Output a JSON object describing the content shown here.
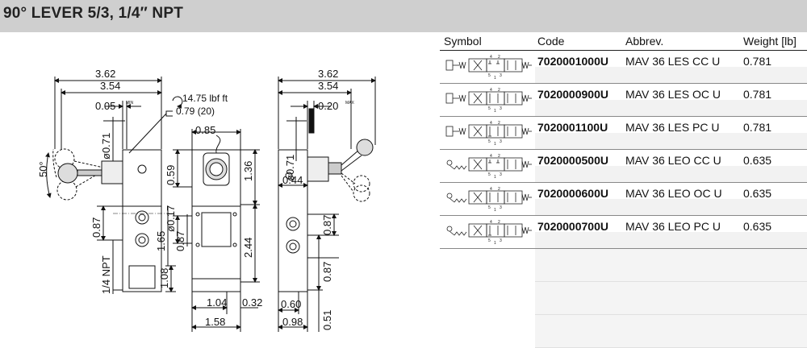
{
  "header": {
    "title": "90° LEVER 5/3, 1/4″ NPT"
  },
  "drawing": {
    "front": {
      "w_overall": "3.62",
      "w_body": "3.54",
      "min_gap": "0.05",
      "min_label": "MIN",
      "dia": "ø0.71",
      "angle": "50°",
      "port_a": "0.87",
      "port_npt": "1/4 NPT",
      "bottom": "1.08"
    },
    "torque": {
      "value": "14.75 lbf ft",
      "wrench": "0.79 (20)"
    },
    "middle": {
      "top_w": "0.85",
      "h1": "0.59",
      "dia_small": "ø0.17",
      "h2": "1.65",
      "h3": "0.87",
      "side_h": "1.36",
      "side_h2": "2.44",
      "bot1": "1.04",
      "bot2": "0.32",
      "bot_total": "1.58"
    },
    "side": {
      "w_overall": "3.62",
      "w_body": "3.54",
      "max_gap": "0.20",
      "max_label": "MAX",
      "dia": "ø0.71",
      "off": "0.44",
      "h_a": "0.87",
      "h_b": "0.87",
      "h_c": "0.51",
      "bot1": "0.60",
      "bot_total": "0.98"
    }
  },
  "table": {
    "headers": {
      "symbol": "Symbol",
      "code": "Code",
      "abbrev": "Abbrev.",
      "weight": "Weight [lb]"
    },
    "port_labels": {
      "p4": "4",
      "p2": "2",
      "p5": "5",
      "p1": "1",
      "p3": "3"
    },
    "rows": [
      {
        "code": "7020001000U",
        "abbrev": "MAV 36 LES CC U",
        "weight": "0.781",
        "type": "LES",
        "center": "CC"
      },
      {
        "code": "7020000900U",
        "abbrev": "MAV 36 LES OC U",
        "weight": "0.781",
        "type": "LES",
        "center": "OC"
      },
      {
        "code": "7020001100U",
        "abbrev": "MAV 36 LES PC U",
        "weight": "0.781",
        "type": "LES",
        "center": "PC"
      },
      {
        "code": "7020000500U",
        "abbrev": "MAV 36 LEO CC U",
        "weight": "0.635",
        "type": "LEO",
        "center": "CC"
      },
      {
        "code": "7020000600U",
        "abbrev": "MAV 36 LEO OC U",
        "weight": "0.635",
        "type": "LEO",
        "center": "OC"
      },
      {
        "code": "7020000700U",
        "abbrev": "MAV 36 LEO PC U",
        "weight": "0.635",
        "type": "LEO",
        "center": "PC"
      }
    ]
  }
}
